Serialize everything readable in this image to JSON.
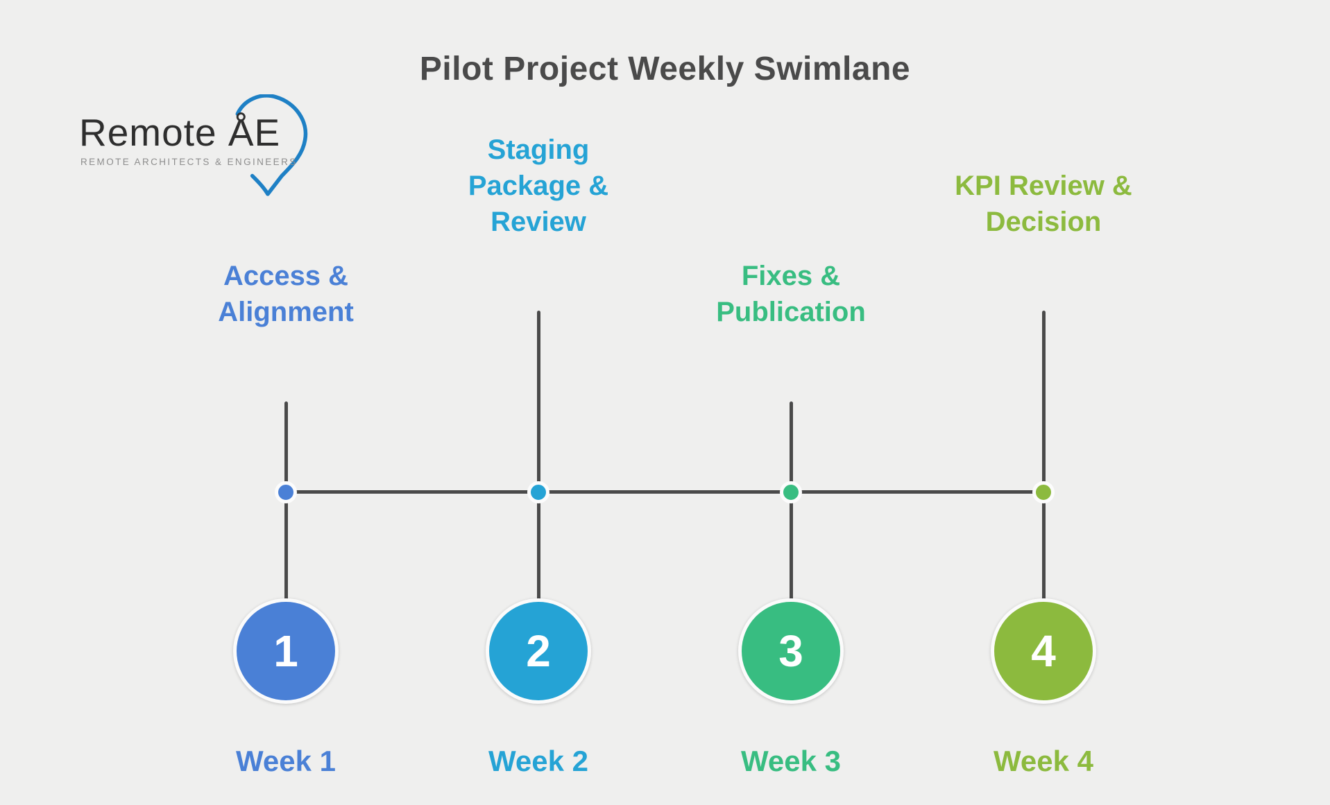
{
  "page": {
    "title": "Pilot Project Weekly Swimlane",
    "background_color": "#efefee",
    "title_color": "#4a4a4a",
    "line_color": "#4a4a4a"
  },
  "logo": {
    "brand": "Remote ÅE",
    "tagline": "REMOTE ARCHITECTS & ENGINEERS",
    "brand_color": "#2e2e2e",
    "tagline_color": "#8d8d8d",
    "pin_color": "#1e80c5"
  },
  "milestones": [
    {
      "number": "1",
      "label": "Access &\nAlignment",
      "week": "Week 1",
      "color": "#4a80d6"
    },
    {
      "number": "2",
      "label": "Staging\nPackage &\nReview",
      "week": "Week 2",
      "color": "#25a3d5"
    },
    {
      "number": "3",
      "label": "Fixes &\nPublication",
      "week": "Week 3",
      "color": "#38bd81"
    },
    {
      "number": "4",
      "label": "KPI Review &\nDecision",
      "week": "Week 4",
      "color": "#8cba3e"
    }
  ]
}
